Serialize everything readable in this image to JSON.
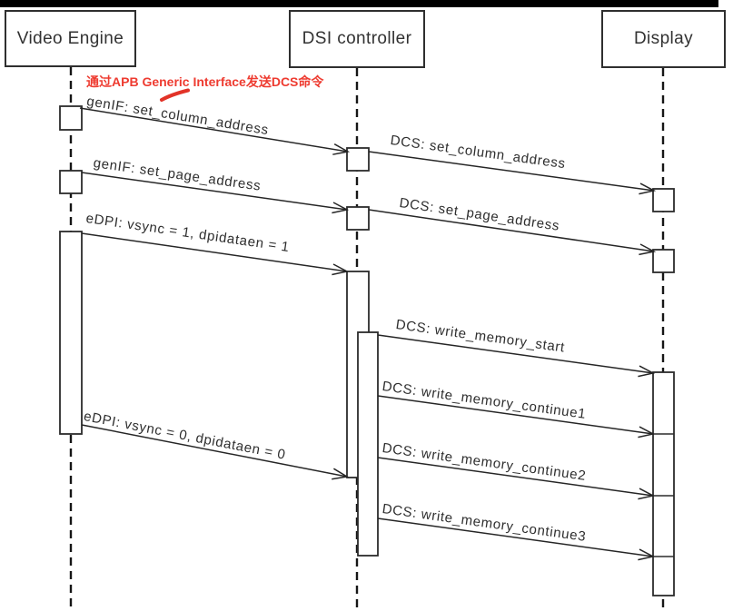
{
  "actors": [
    {
      "name": "Video Engine"
    },
    {
      "name": "DSI controller"
    },
    {
      "name": "Display"
    }
  ],
  "annotation": {
    "text": "通过APB Generic Interface发送DCS命令",
    "color": "#ee3b30"
  },
  "messages": [
    {
      "label": "genIF: set_column_address",
      "from": "Video Engine",
      "to": "DSI controller"
    },
    {
      "label": "DCS: set_column_address",
      "from": "DSI controller",
      "to": "Display"
    },
    {
      "label": "genIF: set_page_address",
      "from": "Video Engine",
      "to": "DSI controller"
    },
    {
      "label": "DCS: set_page_address",
      "from": "DSI controller",
      "to": "Display"
    },
    {
      "label": "eDPI: vsync = 1, dpidataen = 1",
      "from": "Video Engine",
      "to": "DSI controller"
    },
    {
      "label": "DCS: write_memory_start",
      "from": "DSI controller",
      "to": "Display"
    },
    {
      "label": "DCS: write_memory_continue1",
      "from": "DSI controller",
      "to": "Display"
    },
    {
      "label": "eDPI: vsync = 0, dpidataen = 0",
      "from": "Video Engine",
      "to": "DSI controller"
    },
    {
      "label": "DCS: write_memory_continue2",
      "from": "DSI controller",
      "to": "Display"
    },
    {
      "label": "DCS: write_memory_continue3",
      "from": "DSI controller",
      "to": "Display"
    }
  ],
  "colors": {
    "line": "#2a2a2a",
    "annotation_red": "#ee3b30",
    "background": "#ffffff",
    "topbar": "#000000"
  }
}
